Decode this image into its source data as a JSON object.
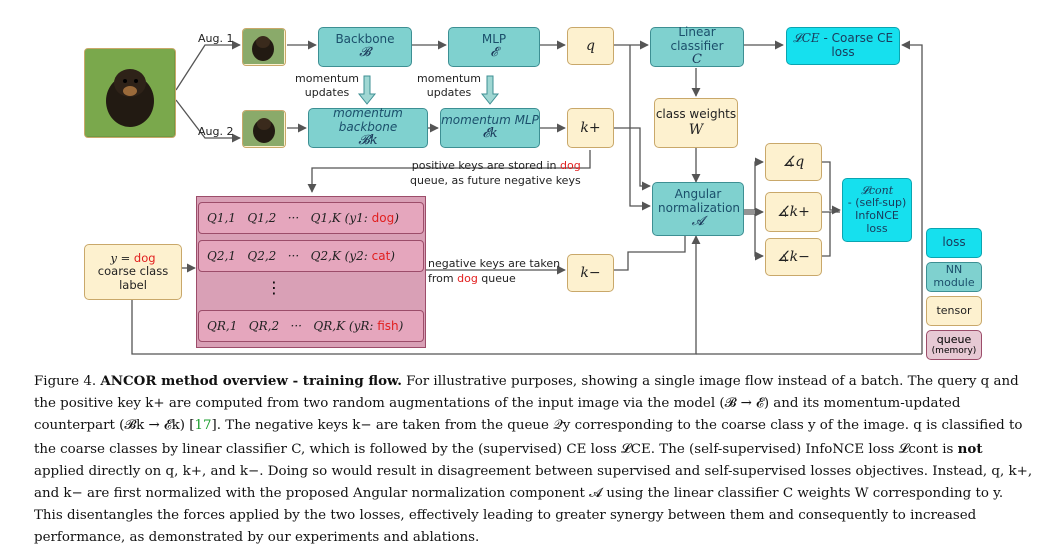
{
  "diagram": {
    "aug1_label": "Aug. 1",
    "aug2_label": "Aug. 2",
    "backbone_title": "Backbone",
    "backbone_sym": "𝓑",
    "mlp_title": "MLP",
    "mlp_sym": "𝓔",
    "momentum_updates_1": "momentum updates",
    "momentum_updates_2": "momentum updates",
    "mom_backbone_title": "momentum backbone",
    "mom_backbone_sym": "𝓑k",
    "mom_mlp_title": "momentum MLP",
    "mom_mlp_sym": "𝓔k",
    "q": "q",
    "k_plus": "k+",
    "k_minus": "k−",
    "linear_classifier": "Linear classifier",
    "linear_classifier_sym": "C",
    "class_weights": "class weights",
    "class_weights_sym": "W",
    "angular_norm": "Angular normalization",
    "angular_norm_sym": "𝓐",
    "ce_loss_sym": "𝓛CE",
    "ce_loss_text": "- Coarse CE loss",
    "cont_loss_sym": "𝓛cont",
    "cont_loss_text": "- (self-sup) InfoNCE loss",
    "angle_q": "∡q",
    "angle_kplus": "∡k+",
    "angle_kminus": "∡k−",
    "positive_keys_text_1": "positive keys are stored in ",
    "positive_keys_dog": "dog",
    "positive_keys_text_2": "queue, as future negative keys",
    "negative_keys_text_1": "negative keys are taken",
    "negative_keys_text_2": "from ",
    "negative_keys_dog": "dog",
    "negative_keys_text_3": " queue",
    "coarse_y": "y = ",
    "coarse_dog": "dog",
    "coarse_text": "coarse class label",
    "queue_rows": [
      {
        "text": "Q1,1   Q1,2   ···   Q1,K (y1: ",
        "cls": "dog"
      },
      {
        "text": "Q2,1   Q2,2   ···   Q2,K (y2: ",
        "cls": "cat"
      },
      {
        "text": "QR,1   QR,2   ···   QR,K (yR: ",
        "cls": "fish"
      }
    ],
    "queue_dots": "⋮",
    "legend": {
      "loss": "loss",
      "nn": "NN module",
      "tensor": "tensor",
      "queue": "queue",
      "queue_sub": "(memory)"
    },
    "colors": {
      "nn": "#7fd1cf",
      "tensor": "#fdf1cf",
      "loss": "#16e0ee",
      "queue": "#e5a6bd"
    }
  },
  "caption": {
    "fig_label": "Figure 4. ",
    "method": "ANCOR",
    "title": " method overview - training flow.",
    "body_1": " For illustrative purposes, showing a single image flow instead of a batch. The query q and the positive key k+ are computed from two random augmentations of the input image via the model (𝓑 → 𝓔) and its momentum-updated counterpart (𝓑k → 𝓔k) [",
    "cite": "17",
    "body_2": "]. The negative keys k− are taken from the queue 𝒬y corresponding to the coarse class y of the image. q is classified to the coarse classes by linear classifier C, which is followed by the (supervised) CE loss 𝓛CE. The (self-supervised) InfoNCE loss 𝓛cont is ",
    "not": "not",
    "body_3": " applied directly on q, k+, and k−. Doing so would result in disagreement between supervised and self-supervised losses objectives. Instead, q, k+, and k− are first normalized with the proposed Angular normalization component 𝓐 using the linear classifier C weights W corresponding to y. This disentangles the forces applied by the two losses, effectively leading to greater synergy between them and consequently to increased performance, as demonstrated by our experiments and ablations."
  }
}
